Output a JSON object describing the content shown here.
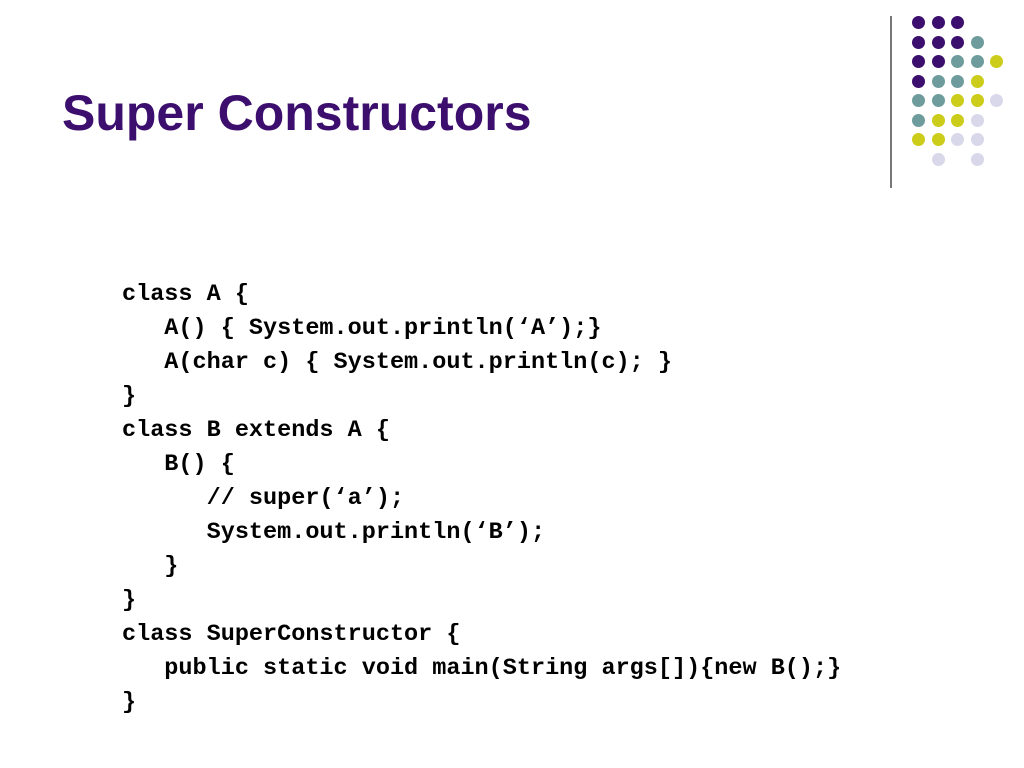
{
  "slide": {
    "title": "Super Constructors"
  },
  "code": {
    "lines": [
      "class A {",
      "   A() { System.out.println(‘A’);}",
      "   A(char c) { System.out.println(c); }",
      "}",
      "class B extends A {",
      "   B() {",
      "      // super(‘a’);",
      "      System.out.println(‘B’);",
      "   }",
      "}",
      "class SuperConstructor {",
      "   public static void main(String args[]){new B();}",
      "}"
    ]
  },
  "decoration": {
    "colors": {
      "purple": "#3c0e6e",
      "teal": "#6e9c9c",
      "yellow": "#cccc1a",
      "lavender": "#d8d8ea"
    }
  }
}
